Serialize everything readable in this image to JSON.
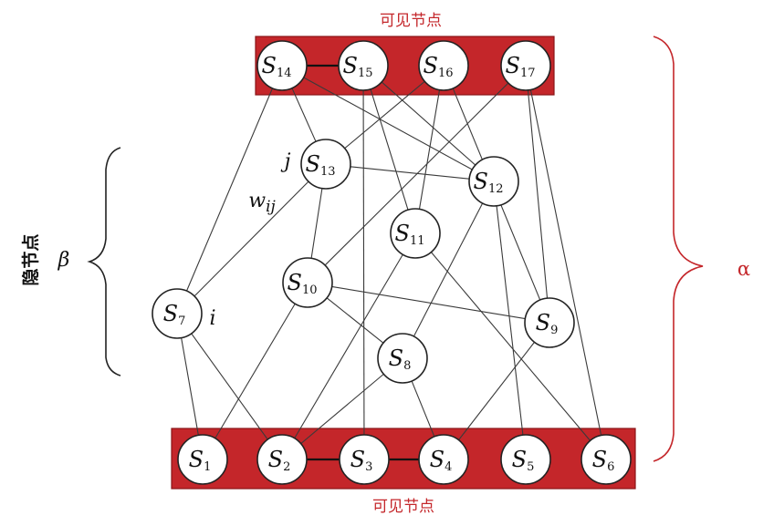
{
  "labels": {
    "visible_top": "可见节点",
    "visible_bottom": "可见节点",
    "hidden": "隐节点",
    "beta": "β",
    "alpha": "α",
    "label_j": "j",
    "label_i": "i",
    "label_wij": "wij"
  },
  "nodes": [
    {
      "id": "s14",
      "letter": "S",
      "sub": "14"
    },
    {
      "id": "s15",
      "letter": "S",
      "sub": "15"
    },
    {
      "id": "s16",
      "letter": "S",
      "sub": "16"
    },
    {
      "id": "s17",
      "letter": "S",
      "sub": "17"
    },
    {
      "id": "s13",
      "letter": "S",
      "sub": "13"
    },
    {
      "id": "s12",
      "letter": "S",
      "sub": "12"
    },
    {
      "id": "s11",
      "letter": "S",
      "sub": "11"
    },
    {
      "id": "s10",
      "letter": "S",
      "sub": "10"
    },
    {
      "id": "s7",
      "letter": "S",
      "sub": "7"
    },
    {
      "id": "s9",
      "letter": "S",
      "sub": "9"
    },
    {
      "id": "s8",
      "letter": "S",
      "sub": "8"
    },
    {
      "id": "s1",
      "letter": "S",
      "sub": "1"
    },
    {
      "id": "s2",
      "letter": "S",
      "sub": "2"
    },
    {
      "id": "s3",
      "letter": "S",
      "sub": "3"
    },
    {
      "id": "s4",
      "letter": "S",
      "sub": "4"
    },
    {
      "id": "s5",
      "letter": "S",
      "sub": "5"
    },
    {
      "id": "s6",
      "letter": "S",
      "sub": "6"
    }
  ],
  "edges": [
    [
      "s14",
      "s15"
    ],
    [
      "s2",
      "s3"
    ],
    [
      "s3",
      "s4"
    ],
    [
      "s14",
      "s13"
    ],
    [
      "s14",
      "s12"
    ],
    [
      "s14",
      "s7"
    ],
    [
      "s15",
      "s11"
    ],
    [
      "s15",
      "s12"
    ],
    [
      "s15",
      "s3"
    ],
    [
      "s16",
      "s13"
    ],
    [
      "s16",
      "s11"
    ],
    [
      "s16",
      "s9"
    ],
    [
      "s17",
      "s10"
    ],
    [
      "s17",
      "s9"
    ],
    [
      "s17",
      "s6"
    ],
    [
      "s13",
      "s12"
    ],
    [
      "s13",
      "s7"
    ],
    [
      "s13",
      "s10"
    ],
    [
      "s12",
      "s5"
    ],
    [
      "s12",
      "s8"
    ],
    [
      "s11",
      "s2"
    ],
    [
      "s11",
      "s6"
    ],
    [
      "s10",
      "s9"
    ],
    [
      "s10",
      "s1"
    ],
    [
      "s10",
      "s8"
    ],
    [
      "s7",
      "s1"
    ],
    [
      "s7",
      "s2"
    ],
    [
      "s9",
      "s4"
    ],
    [
      "s8",
      "s2"
    ],
    [
      "s8",
      "s4"
    ]
  ],
  "bold_edges": [
    [
      "s14",
      "s15"
    ],
    [
      "s2",
      "s3"
    ],
    [
      "s3",
      "s4"
    ]
  ]
}
